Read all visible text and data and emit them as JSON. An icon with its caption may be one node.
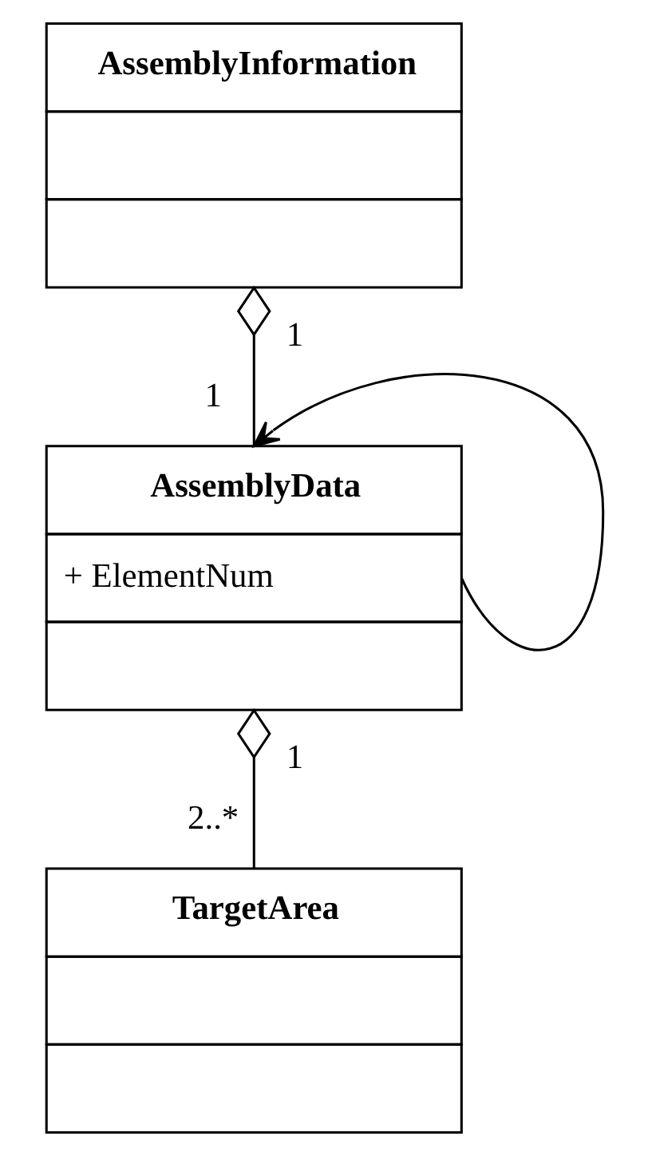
{
  "diagram": {
    "nodes": [
      {
        "text": [
          "AssemblyInformation"
        ]
      },
      {
        "text": [
          "AssemblyData",
          "+ ElementNum"
        ]
      },
      {
        "text": [
          "TargetArea"
        ]
      }
    ],
    "edges": [
      {
        "from": 0,
        "to": 1,
        "arrow": "other"
      },
      {
        "from": 1,
        "to": 1,
        "arrow": "to"
      },
      {
        "from": 1,
        "to": 2,
        "arrow": "other"
      }
    ],
    "labels": [
      "1",
      "1",
      "1",
      "2..*"
    ]
  }
}
